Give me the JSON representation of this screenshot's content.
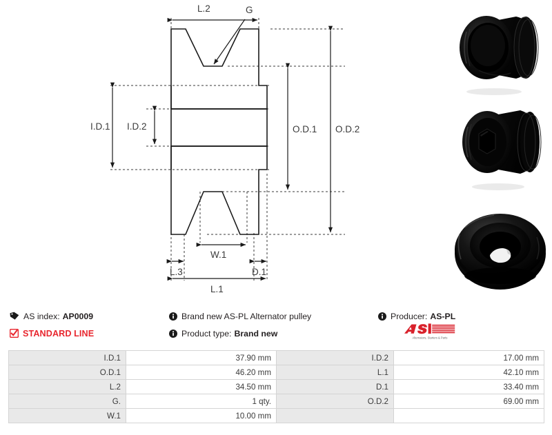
{
  "drawing": {
    "labels": {
      "l2": "L.2",
      "g": "G",
      "id1": "I.D.1",
      "id2": "I.D.2",
      "od1": "O.D.1",
      "od2": "O.D.2",
      "w1": "W.1",
      "l3": "L.3",
      "d1": "D.1",
      "l1": "L.1"
    }
  },
  "photos": [
    {
      "name": "pulley-angled-front-view"
    },
    {
      "name": "pulley-hex-socket-view"
    },
    {
      "name": "pulley-top-bore-view"
    }
  ],
  "info": {
    "as_index_label": "AS index:",
    "as_index_value": "AP0009",
    "standard_line": "STANDARD LINE",
    "description": "Brand new AS-PL Alternator pulley",
    "product_type_label": "Product type:",
    "product_type_value": "Brand new",
    "producer_label": "Producer:",
    "producer_value": "AS-PL",
    "icons": {
      "tag": "tag-icon",
      "check": "check-square-icon",
      "info": "info-icon"
    }
  },
  "logo": {
    "mark": "AS",
    "tagline": "Alternators, Starters & Parts",
    "color": "#d9212b"
  },
  "spec_table": {
    "rows": [
      {
        "k1": "I.D.1",
        "v1": "37.90 mm",
        "k2": "I.D.2",
        "v2": "17.00 mm"
      },
      {
        "k1": "O.D.1",
        "v1": "46.20 mm",
        "k2": "L.1",
        "v2": "42.10 mm"
      },
      {
        "k1": "L.2",
        "v1": "34.50 mm",
        "k2": "D.1",
        "v2": "33.40 mm"
      },
      {
        "k1": "G.",
        "v1": "1 qty.",
        "k2": "O.D.2",
        "v2": "69.00 mm"
      },
      {
        "k1": "W.1",
        "v1": "10.00 mm",
        "k2": "",
        "v2": ""
      }
    ]
  },
  "colors": {
    "accent_red": "#e8262e",
    "table_key_bg": "#e9e9e9",
    "table_border": "#d4d4d4",
    "ink": "#231f20"
  }
}
